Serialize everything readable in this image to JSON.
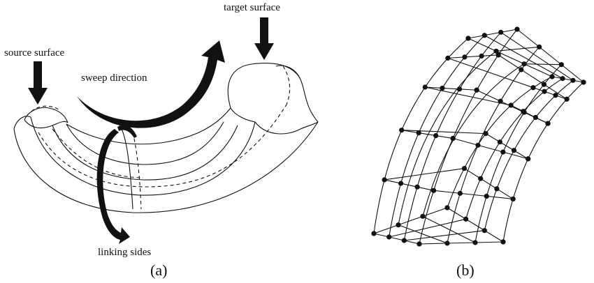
{
  "panel_a": {
    "labels": {
      "source": "source surface",
      "target": "target surface",
      "sweep": "sweep direction",
      "linking": "linking sides"
    },
    "caption": "(a)"
  },
  "panel_b": {
    "caption": "(b)"
  }
}
